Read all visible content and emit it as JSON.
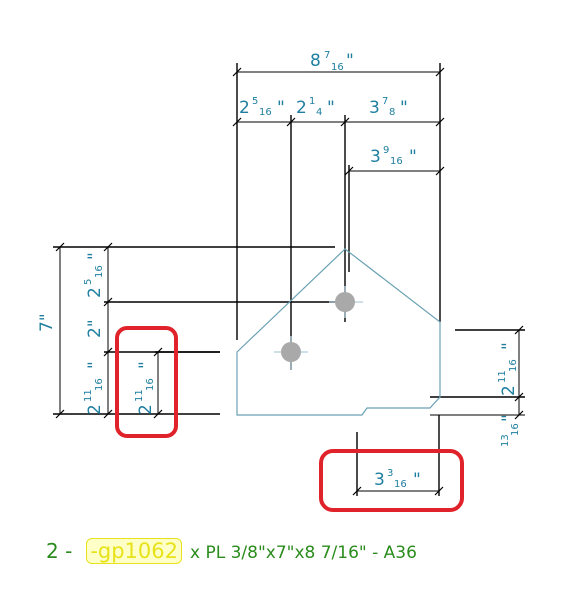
{
  "dimensions": {
    "overall_width": {
      "whole": "8",
      "num": "7",
      "den": "16"
    },
    "top_seg_1": {
      "whole": "2",
      "num": "5",
      "den": "16"
    },
    "top_seg_2": {
      "whole": "2",
      "num": "1",
      "den": "4"
    },
    "top_seg_3": {
      "whole": "3",
      "num": "7",
      "den": "8"
    },
    "upper_right": {
      "whole": "3",
      "num": "9",
      "den": "16"
    },
    "left_overall": "7\"",
    "left_seg_1": {
      "whole": "2",
      "num": "5",
      "den": "16"
    },
    "left_seg_2": "2\"",
    "left_seg_3": {
      "whole": "2",
      "num": "11",
      "den": "16"
    },
    "left_inner": {
      "whole": "2",
      "num": "11",
      "den": "16"
    },
    "right_seg": {
      "whole": "2",
      "num": "11",
      "den": "16"
    },
    "right_small": {
      "num": "13",
      "den": "16"
    },
    "bottom_notch": {
      "whole": "3",
      "num": "3",
      "den": "16"
    }
  },
  "title": {
    "qty": "2 -",
    "mark": "-gp1062",
    "desc": "x PL 3/8\"x7\"x8 7/16\" - A36"
  },
  "colors": {
    "dimension_text": "#1f7fa0",
    "plate_outline": "#6aa1b3",
    "highlight": "#e0232a",
    "title": "#2a8c1c",
    "mark": "#e7e21a"
  }
}
